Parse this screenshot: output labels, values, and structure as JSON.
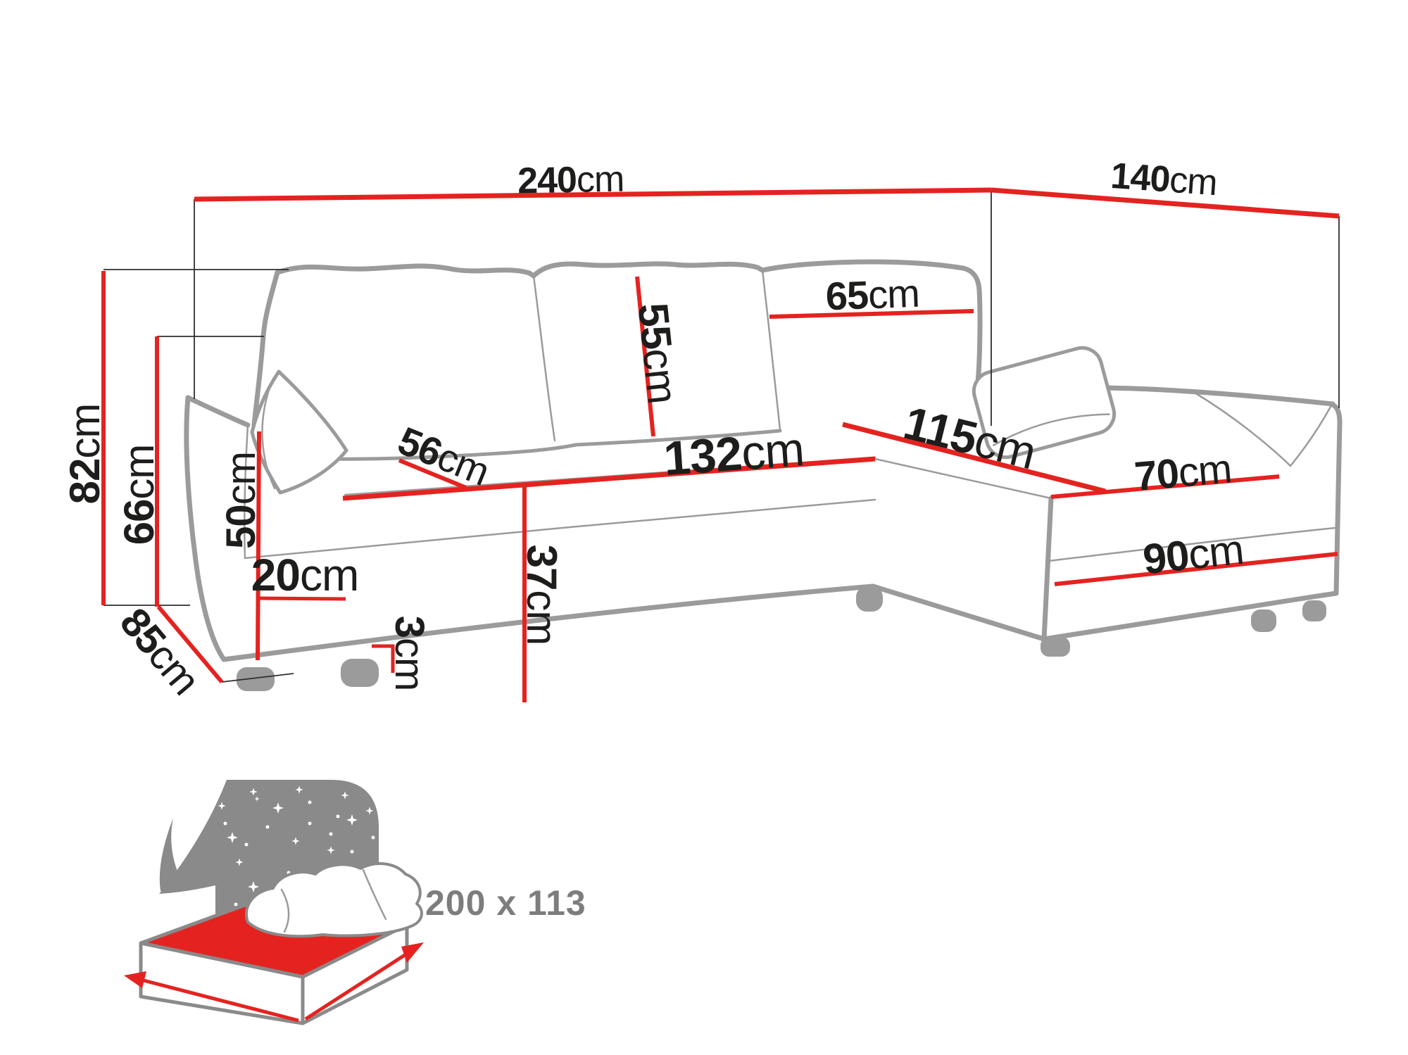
{
  "colors": {
    "dimension_red": "#e42320",
    "outline_gray": "#9b9b9b",
    "label_black": "#1d1d1b",
    "icon_gray": "#8a8a8a",
    "sleep_text_gray": "#7d7d7d"
  },
  "dimensions": {
    "overall_width": {
      "value": "240",
      "unit": "cm"
    },
    "overall_depth": {
      "value": "140",
      "unit": "cm"
    },
    "overall_height": {
      "value": "82",
      "unit": "cm"
    },
    "backrest_height": {
      "value": "66",
      "unit": "cm"
    },
    "armrest_height": {
      "value": "50",
      "unit": "cm"
    },
    "side_depth": {
      "value": "85",
      "unit": "cm"
    },
    "armrest_width": {
      "value": "20",
      "unit": "cm"
    },
    "leg_height": {
      "value": "3",
      "unit": "cm"
    },
    "seat_height": {
      "value": "37",
      "unit": "cm"
    },
    "seat_depth": {
      "value": "56",
      "unit": "cm"
    },
    "seat_width": {
      "value": "132",
      "unit": "cm"
    },
    "back_cushion_height": {
      "value": "55",
      "unit": "cm"
    },
    "back_cushion_width": {
      "value": "65",
      "unit": "cm"
    },
    "chaise_length": {
      "value": "115",
      "unit": "cm"
    },
    "chaise_width": {
      "value": "70",
      "unit": "cm"
    },
    "chaise_base_width": {
      "value": "90",
      "unit": "cm"
    }
  },
  "sleeping_area": {
    "label": "200 x 113"
  }
}
